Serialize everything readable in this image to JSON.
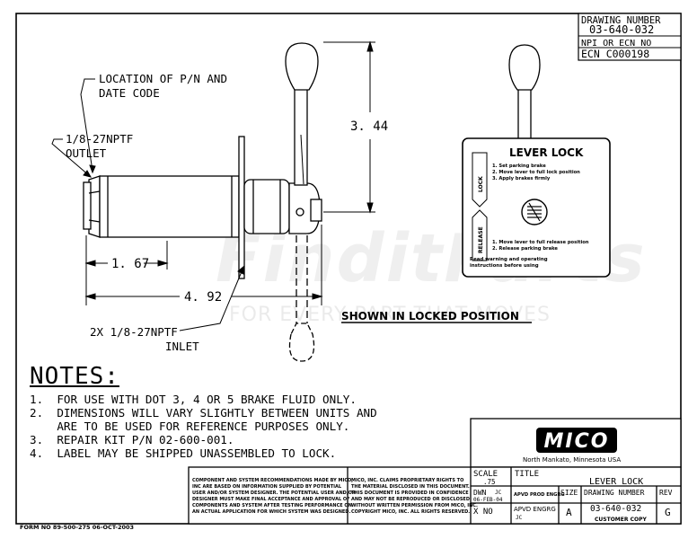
{
  "drawing_number_box": {
    "header": "DRAWING NUMBER",
    "number": "03-640-032",
    "npi_label": "NPI OR ECN NO",
    "ecn": "ECN C000198"
  },
  "callouts": {
    "pn_location": [
      "LOCATION OF P/N AND",
      "DATE CODE"
    ],
    "outlet": [
      "1/8-27NPTF",
      "OUTLET"
    ],
    "inlet": [
      "2X 1/8-27NPTF",
      "INLET"
    ]
  },
  "dimensions": {
    "height": "3. 44",
    "outlet_length": "1. 67",
    "overall_length": "4. 92"
  },
  "lever_lock_label": {
    "title": "LEVER LOCK",
    "lock_tab": "LOCK",
    "release_tab": "RELEASE",
    "lock_steps": [
      "1. Set parking brake",
      "2. Move lever to full lock position",
      "3. Apply brakes firmly"
    ],
    "release_steps": [
      "1. Move lever to full release position",
      "2. Release parking brake"
    ],
    "warning": [
      "Read warning and operating",
      "instructions before using"
    ]
  },
  "view_caption": "SHOWN IN LOCKED POSITION",
  "notes": {
    "title": "NOTES:",
    "items": [
      "1.  FOR USE WITH DOT 3, 4 OR 5 BRAKE FLUID ONLY.",
      "2.  DIMENSIONS WILL VARY SLIGHTLY BETWEEN UNITS AND",
      "    ARE TO BE USED FOR REFERENCE PURPOSES ONLY.",
      "3.  REPAIR KIT P/N 02-600-001.",
      "4.  LABEL MAY BE SHIPPED UNASSEMBLED TO LOCK."
    ]
  },
  "title_block": {
    "logo": "MICO",
    "location": "North Mankato, Minnesota USA",
    "recommendation_text": [
      "COMPONENT AND SYSTEM RECOMMENDATIONS MADE BY MICO,",
      "INC ARE BASED ON INFORMATION SUPPLIED BY POTENTIAL",
      "USER AND/OR SYSTEM DESIGNER.  THE POTENTIAL USER AND/OR",
      "DESIGNER MUST MAKE FINAL ACCEPTANCE AND APPROVAL OF",
      "COMPONENTS AND SYSTEM AFTER TESTING PERFORMANCE ON",
      "AN ACTUAL APPLICATION FOR WHICH SYSTEM WAS DESIGNED."
    ],
    "proprietary_text": [
      "MICO, INC. CLAIMS PROPRIETARY RIGHTS TO",
      "THE MATERIAL DISCLOSED IN THIS DOCUMENT.",
      "THIS DOCUMENT IS PROVIDED IN CONFIDENCE",
      "AND MAY NOT BE REPRODUCED OR DISCLOSED",
      "WITHOUT WRITTEN PERMISSION FROM MICO, INC.",
      "COPYRIGHT MICO, INC. ALL RIGHTS RESERVED."
    ],
    "scale_label": "SCALE",
    "scale": ".75",
    "title_label": "TITLE",
    "title": "LEVER LOCK",
    "dwn_label": "DWN",
    "dwn_by": "JC",
    "dwn_date": "06-FEB-04",
    "apvd_prod": "APVD PROD ENGRG",
    "size_label": "SIZE",
    "size": "A",
    "dn_label": "DRAWING NUMBER",
    "dn": "03-640-032",
    "rev_label": "REV",
    "rev": "G",
    "x_no": "X NO",
    "apvd_engrg": "APVD ENGRG",
    "apvd_by": "JC",
    "customer_copy": "CUSTOMER COPY"
  },
  "form_no": "FORM NO 89-500-275   06-OCT-2003",
  "watermark": {
    "brand": "FinditParts",
    "tagline": "FOR EVERY PART THAT MOVES"
  }
}
